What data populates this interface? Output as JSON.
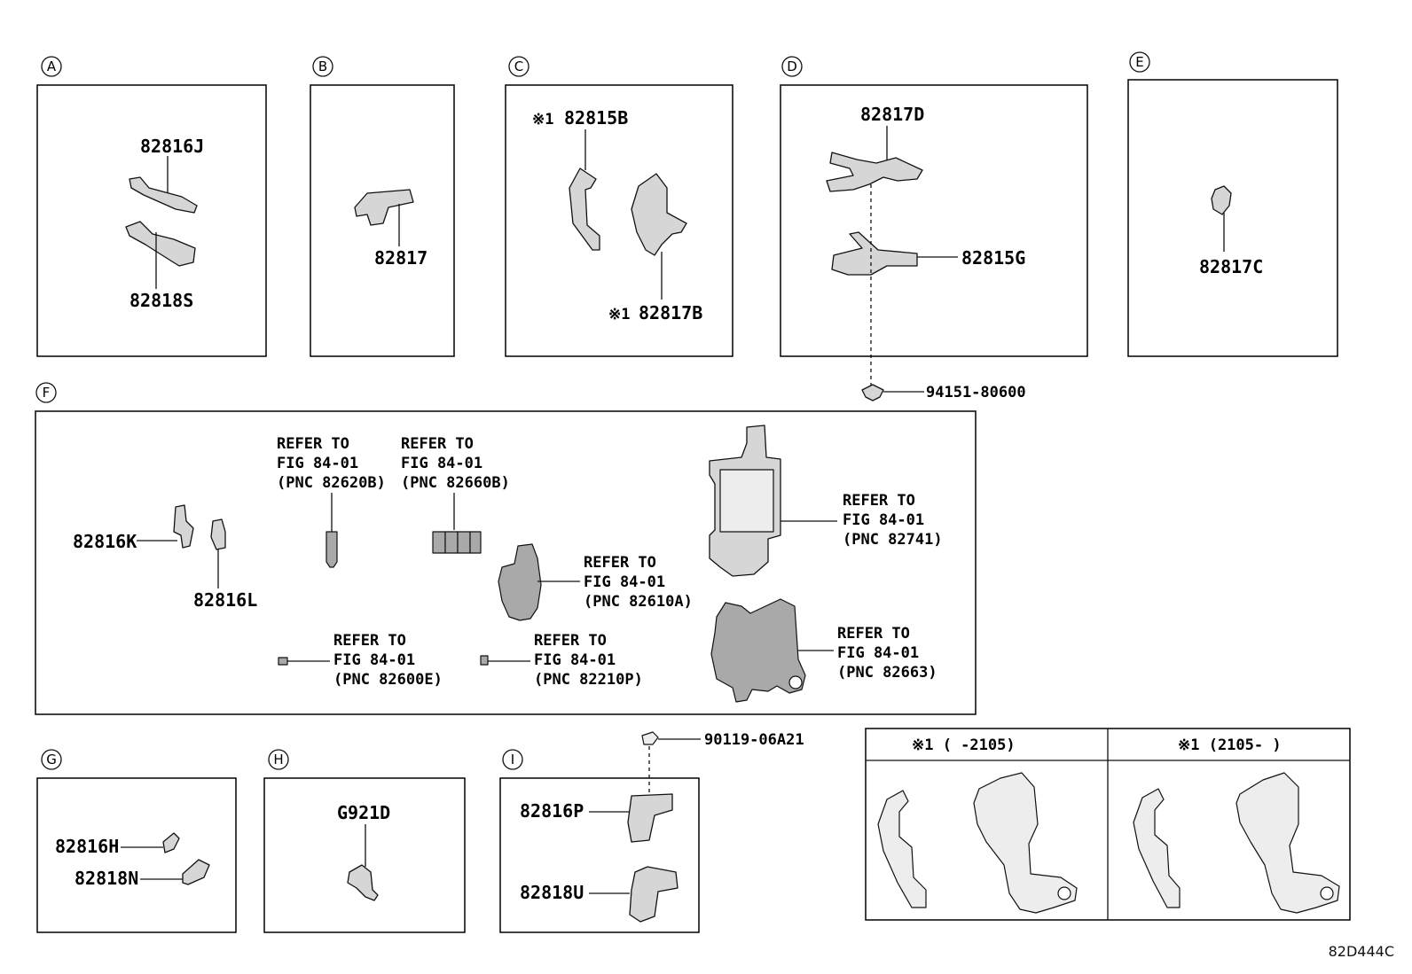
{
  "sections": {
    "A": "A",
    "B": "B",
    "C": "C",
    "D": "D",
    "E": "E",
    "F": "F",
    "G": "G",
    "H": "H",
    "I": "I"
  },
  "parts": {
    "p82816J": "82816J",
    "p82818S": "82818S",
    "p82817": "82817",
    "p82815B": "82815B",
    "p82817B": "82817B",
    "p82817D": "82817D",
    "p82815G": "82815G",
    "p82817C": "82817C",
    "p94151": "94151-80600",
    "p82816K": "82816K",
    "p82816L": "82816L",
    "p90119": "90119-06A21",
    "p82816H": "82816H",
    "p82818N": "82818N",
    "pG921D": "G921D",
    "p82816P": "82816P",
    "p82818U": "82818U"
  },
  "note_marks": {
    "mark1": "※1",
    "mark2": "※1"
  },
  "refer": {
    "r1": [
      "REFER TO",
      "FIG 84-01",
      "(PNC 82620B)"
    ],
    "r2": [
      "REFER TO",
      "FIG 84-01",
      "(PNC 82660B)"
    ],
    "r3": [
      "REFER TO",
      "FIG 84-01",
      "(PNC 82610A)"
    ],
    "r4": [
      "REFER TO",
      "FIG 84-01",
      "(PNC 82741)"
    ],
    "r5": [
      "REFER TO",
      "FIG 84-01",
      "(PNC 82663)"
    ],
    "r6": [
      "REFER TO",
      "FIG 84-01",
      "(PNC 82600E)"
    ],
    "r7": [
      "REFER TO",
      "FIG 84-01",
      "(PNC 82210P)"
    ]
  },
  "variants": {
    "left_header": "※1 (     -2105)",
    "right_header": "※1 (2105-     )"
  },
  "diagram_code": "82D444C"
}
